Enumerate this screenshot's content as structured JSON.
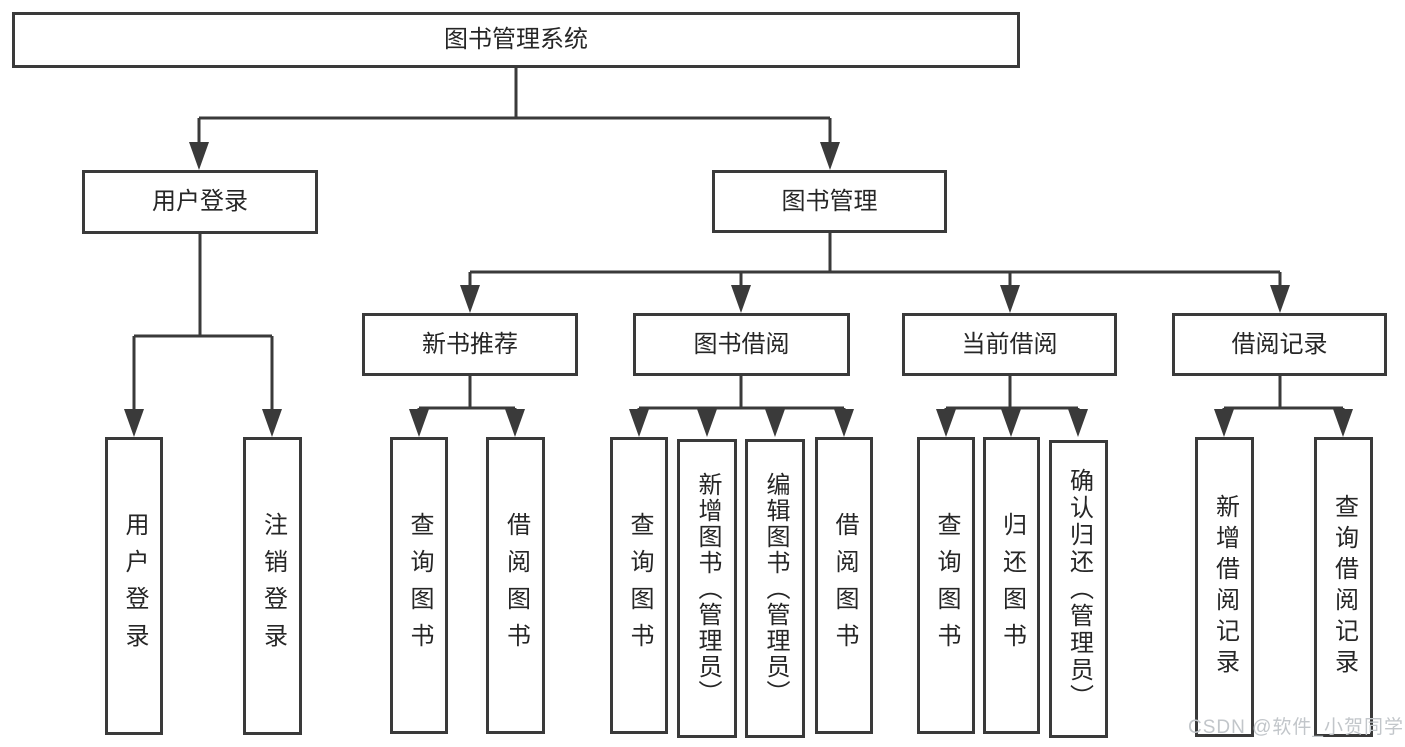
{
  "tree": {
    "label": "图书管理系统",
    "children": [
      {
        "label": "用户登录",
        "children": [
          {
            "label": "用户登录"
          },
          {
            "label": "注销登录"
          }
        ]
      },
      {
        "label": "图书管理",
        "children": [
          {
            "label": "新书推荐",
            "children": [
              {
                "label": "查询图书"
              },
              {
                "label": "借阅图书"
              }
            ]
          },
          {
            "label": "图书借阅",
            "children": [
              {
                "label": "查询图书"
              },
              {
                "label": "新增图书（管理员）"
              },
              {
                "label": "编辑图书（管理员）"
              },
              {
                "label": "借阅图书"
              }
            ]
          },
          {
            "label": "当前借阅",
            "children": [
              {
                "label": "查询图书"
              },
              {
                "label": "归还图书"
              },
              {
                "label": "确认归还（管理员）"
              }
            ]
          },
          {
            "label": "借阅记录",
            "children": [
              {
                "label": "新增借阅记录"
              },
              {
                "label": "查询借阅记录"
              }
            ]
          }
        ]
      }
    ]
  },
  "watermark": {
    "text": "CSDN @软件_小贺同学"
  },
  "colors": {
    "line": "#3a3a3a",
    "box_border": "#3a3a3a",
    "text": "#262626",
    "watermark": "#c2c6ca",
    "background": "#ffffff"
  }
}
